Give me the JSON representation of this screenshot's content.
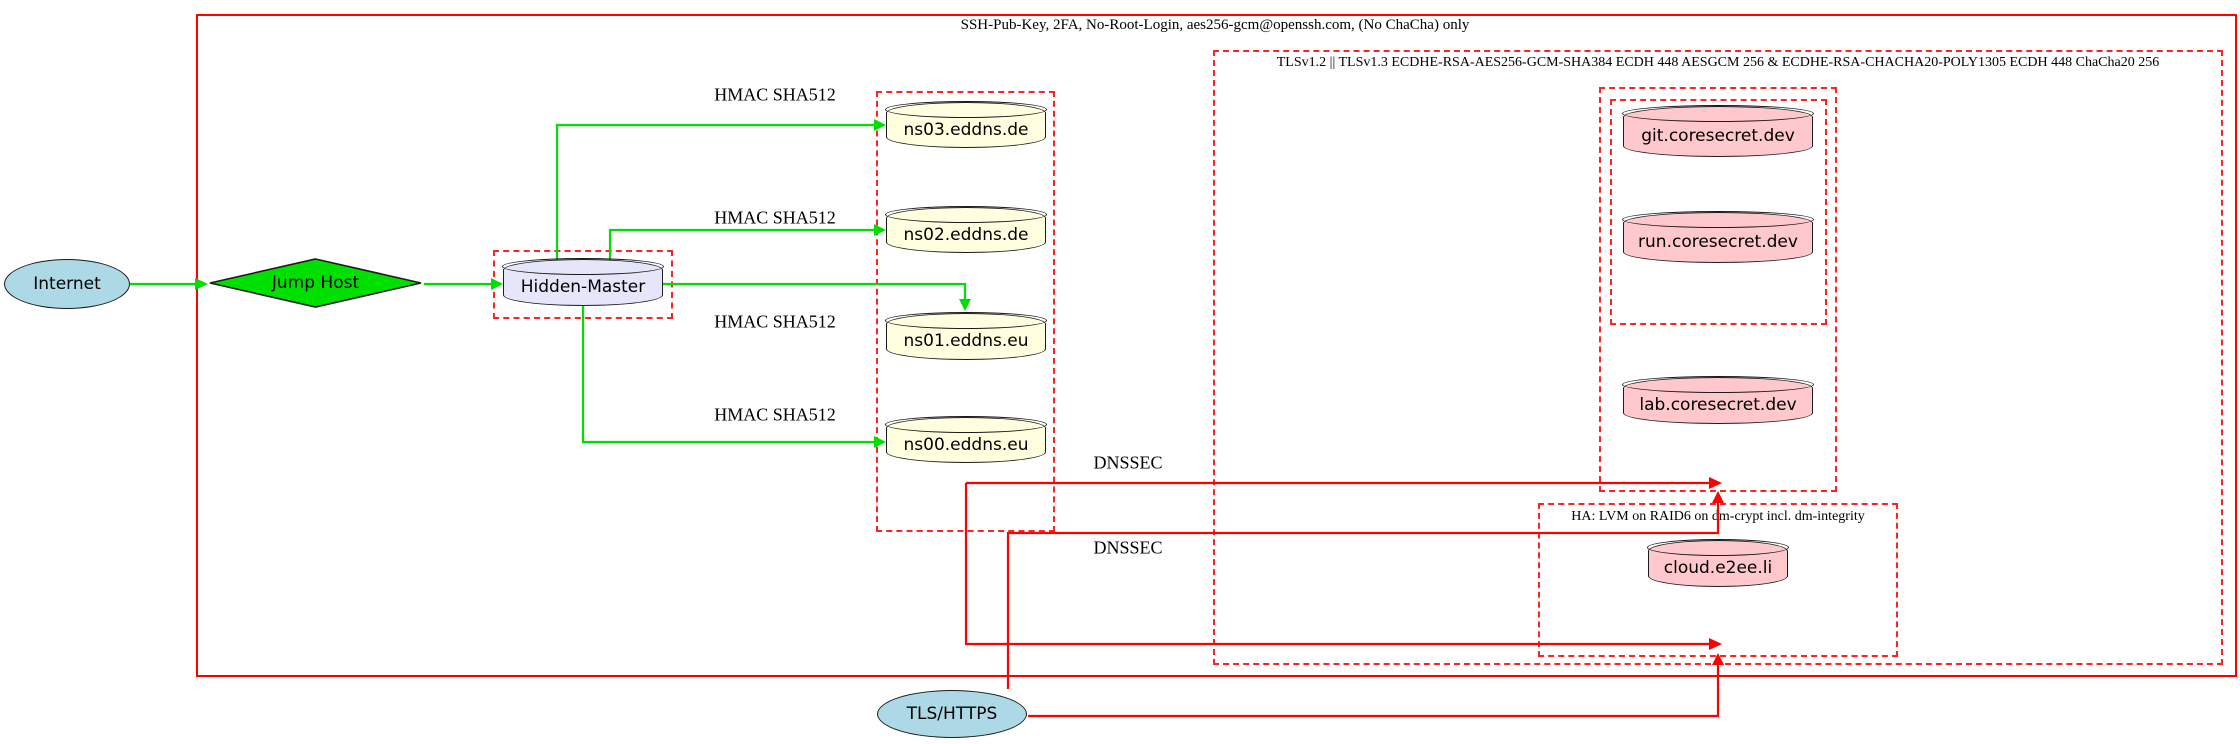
{
  "diagram": {
    "type": "network-security-topology",
    "colors": {
      "cluster_red": "#ff0000",
      "edge_green": "#00dd00",
      "node_blue": "#add8e6",
      "node_green": "#00e000",
      "node_lavender": "#e6e6fa",
      "node_lightyellow": "#ffffe0",
      "node_pink": "#ffc8cd"
    },
    "clusters": {
      "ssh": {
        "label": "SSH-Pub-Key, 2FA, No-Root-Login, aes256-gcm@openssh.com, (No ChaCha) only"
      },
      "tls": {
        "label": "TLSv1.2 || TLSv1.3 ECDHE-RSA-AES256-GCM-SHA384 ECDH 448 AESGCM 256 & ECDHE-RSA-CHACHA20-POLY1305 ECDH 448 ChaCha20 256"
      },
      "ha": {
        "label": "HA: LVM on RAID6 on dm-crypt incl. dm-integrity"
      }
    },
    "nodes": {
      "internet": {
        "label": "Internet",
        "shape": "ellipse"
      },
      "jump_host": {
        "label": "Jump Host",
        "shape": "diamond"
      },
      "hidden_master": {
        "label": "Hidden-Master",
        "shape": "cylinder"
      },
      "ns03": {
        "label": "ns03.eddns.de",
        "shape": "cylinder"
      },
      "ns02": {
        "label": "ns02.eddns.de",
        "shape": "cylinder"
      },
      "ns01": {
        "label": "ns01.eddns.eu",
        "shape": "cylinder"
      },
      "ns00": {
        "label": "ns00.eddns.eu",
        "shape": "cylinder"
      },
      "git": {
        "label": "git.coresecret.dev",
        "shape": "cylinder"
      },
      "run": {
        "label": "run.coresecret.dev",
        "shape": "cylinder"
      },
      "lab": {
        "label": "lab.coresecret.dev",
        "shape": "cylinder"
      },
      "cloud": {
        "label": "cloud.e2ee.li",
        "shape": "cylinder"
      },
      "tls_https": {
        "label": "TLS/HTTPS",
        "shape": "ellipse"
      }
    },
    "edge_labels": {
      "hmac": [
        "HMAC SHA512",
        "HMAC SHA512",
        "HMAC SHA512",
        "HMAC SHA512"
      ],
      "dnssec": [
        "DNSSEC",
        "DNSSEC"
      ]
    }
  }
}
